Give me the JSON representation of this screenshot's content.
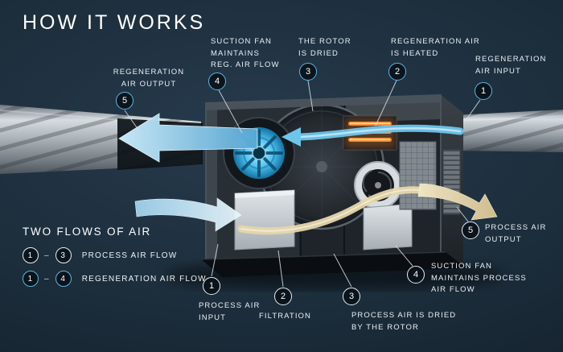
{
  "title": "HOW IT WORKS",
  "colors": {
    "accent_blue": "#5bb7e2",
    "flow_blue": "#7fd0f2",
    "process_beige": "#e5d6ac",
    "heater_orange": "#ff8c2e",
    "background_navy": "#1c2d3b"
  },
  "callouts": {
    "reg_output": {
      "num": "5",
      "label": "REGENERATION\nAIR OUTPUT"
    },
    "suction_reg": {
      "num": "4",
      "label": "SUCTION FAN\nMAINTAINS\nREG. AIR FLOW"
    },
    "rotor_dried": {
      "num": "3",
      "label": "THE ROTOR\nIS DRIED"
    },
    "reg_heated": {
      "num": "2",
      "label": "REGENERATION AIR\nIS HEATED"
    },
    "reg_input": {
      "num": "1",
      "label": "REGENERATION\nAIR INPUT"
    },
    "process_input": {
      "num": "1",
      "label": "PROCESS AIR\nINPUT"
    },
    "filtration": {
      "num": "2",
      "label": "FILTRATION"
    },
    "process_dried": {
      "num": "3",
      "label": "PROCESS AIR IS DRIED\nBY THE ROTOR"
    },
    "suction_process": {
      "num": "4",
      "label": "SUCTION FAN\nMAINTAINS PROCESS\nAIR FLOW"
    },
    "process_output": {
      "num": "5",
      "label": "PROCESS AIR\nOUTPUT"
    }
  },
  "legend": {
    "title": "TWO FLOWS OF AIR",
    "separator": "–",
    "rows": [
      {
        "from": "1",
        "to": "3",
        "label": "PROCESS AIR FLOW"
      },
      {
        "from": "1",
        "to": "4",
        "label": "REGENERATION AIR FLOW"
      }
    ]
  }
}
